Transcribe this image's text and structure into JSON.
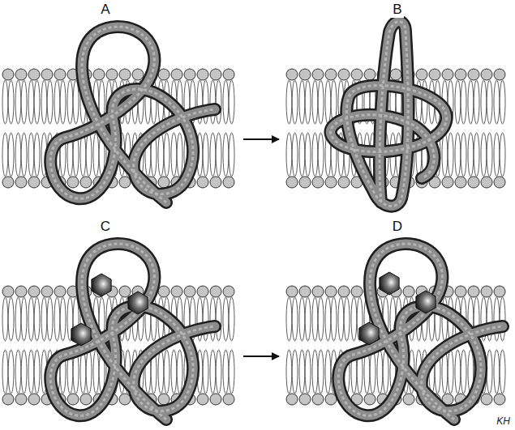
{
  "diagram": {
    "nodes": [
      {
        "text": [
          "A"
        ]
      },
      {
        "text": [
          "B"
        ]
      },
      {
        "text": [
          "C"
        ]
      },
      {
        "text": [
          "D"
        ]
      }
    ],
    "edges": [
      {
        "from": 0,
        "to": 1,
        "arrow": "to"
      },
      {
        "from": 2,
        "to": 3,
        "arrow": "to"
      }
    ],
    "labels": [
      "KH"
    ]
  }
}
